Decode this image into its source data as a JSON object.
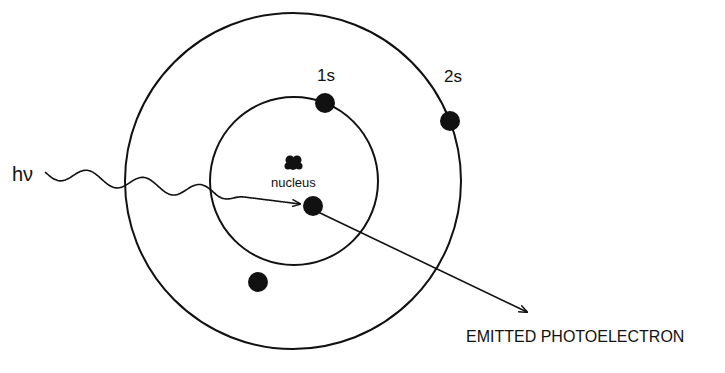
{
  "diagram": {
    "labels": [
      "hν",
      "1s",
      "2s",
      "nucleus",
      "EMITTED PHOTOELECTRON"
    ]
  }
}
